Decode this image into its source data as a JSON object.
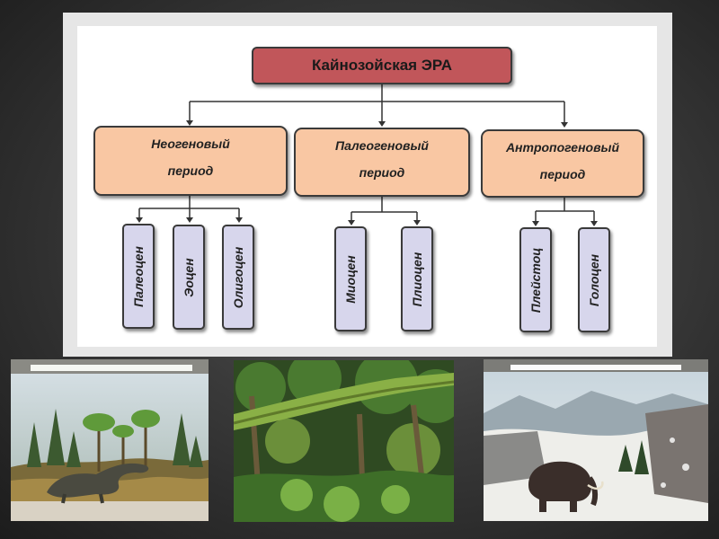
{
  "diagram": {
    "root": "Кайнозойская ЭРА",
    "periods": [
      {
        "line1": "Неогеновый",
        "line2": "период"
      },
      {
        "line1": "Палеогеновый",
        "line2": "период"
      },
      {
        "line1": "Антропогеновый",
        "line2": "период"
      }
    ],
    "epochs": [
      "Палеоцен",
      "Эоцен",
      "Олигоцен",
      "Миоцен",
      "Плиоцен",
      "Плейстоц",
      "Голоцен"
    ]
  },
  "colors": {
    "root_fill": "#c1565a",
    "period_fill": "#f9c7a3",
    "epoch_fill": "#d7d6ec"
  }
}
